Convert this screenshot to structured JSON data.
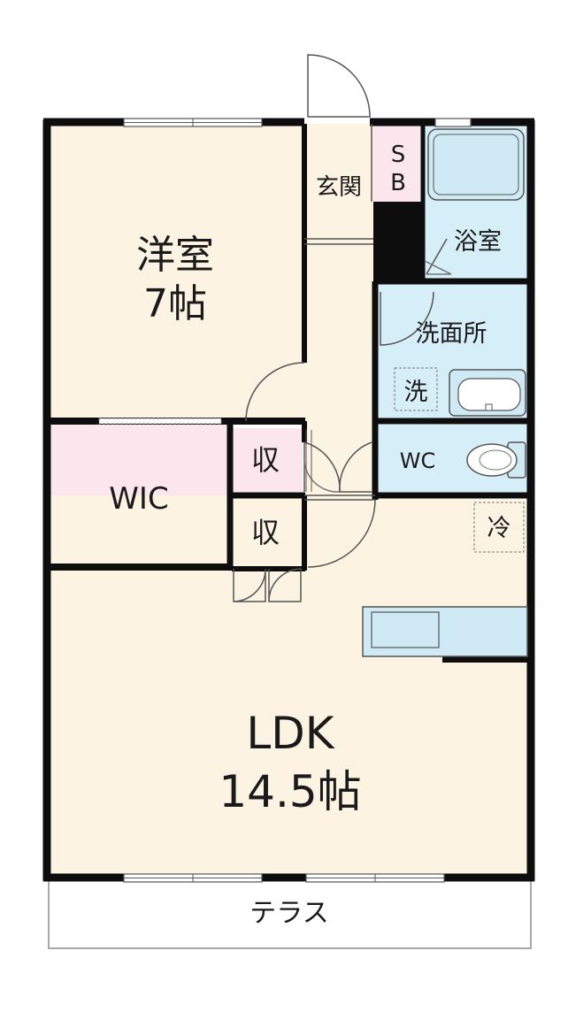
{
  "colors": {
    "wall": "#0d0d0d",
    "floor_wood": "#fdf3e3",
    "floor_pink": "#fbe6ee",
    "floor_blue": "#d6eef8",
    "fixture_blue": "#cfe9f5",
    "outline": "#555555",
    "terrace_border": "#8c8c8c"
  },
  "rooms": {
    "western": {
      "name": "洋室",
      "size": "7帖"
    },
    "wic": {
      "name": "WIC"
    },
    "storage_top": {
      "name": "収"
    },
    "storage_bottom": {
      "name": "収"
    },
    "genkan": {
      "name": "玄関"
    },
    "shoe_box": {
      "line1": "S",
      "line2": "B"
    },
    "bath": {
      "name": "浴室"
    },
    "washroom": {
      "name": "洗面所"
    },
    "washer": {
      "name": "洗"
    },
    "wc": {
      "name": "WC"
    },
    "fridge": {
      "name": "冷"
    },
    "ldk": {
      "name": "LDK",
      "size": "14.5帖"
    },
    "terrace": {
      "name": "テラス"
    }
  },
  "icons": [
    "door-swing-icon",
    "bathtub-icon",
    "sink-icon",
    "toilet-icon",
    "kitchen-counter-icon"
  ]
}
